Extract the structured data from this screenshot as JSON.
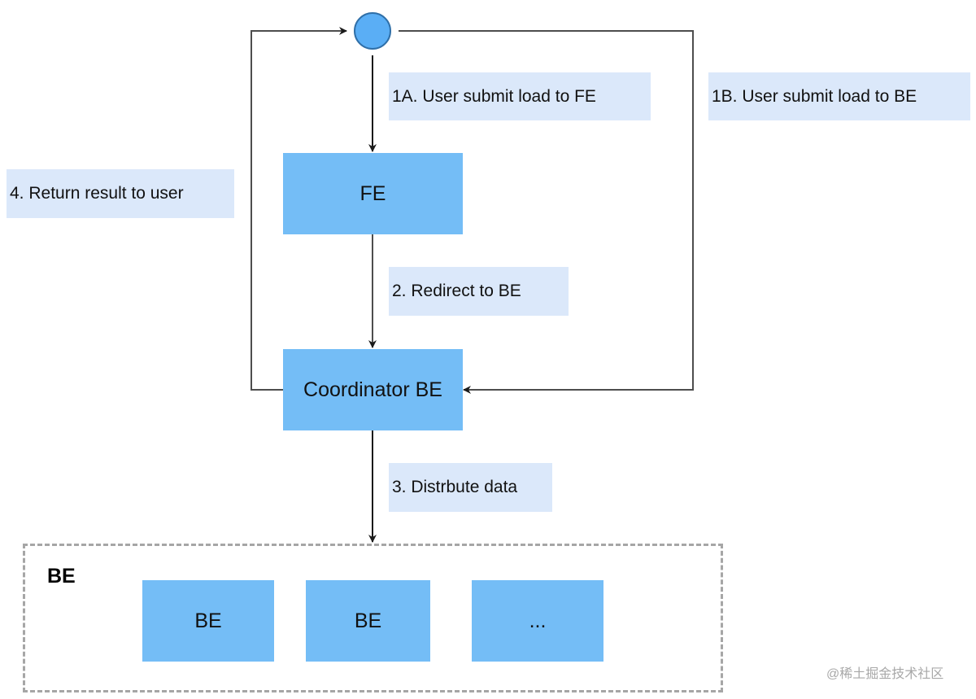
{
  "diagram": {
    "nodes": {
      "fe": "FE",
      "coordinator": "Coordinator BE",
      "be_group_title": "BE",
      "be1": "BE",
      "be2": "BE",
      "be_more": "..."
    },
    "labels": {
      "step_1a": "1A. User submit load to FE",
      "step_1b": "1B. User submit load to BE",
      "step_2": "2. Redirect to BE",
      "step_3": "3. Distrbute data",
      "step_4": "4. Return result to user"
    },
    "colors": {
      "node_fill": "#74bdf6",
      "label_fill": "#dbe8fa",
      "user_circle_fill": "#5aaef5",
      "connector": "#4d4d4d",
      "group_border": "#a6a6a6"
    }
  },
  "watermark": "@稀土掘金技术社区"
}
